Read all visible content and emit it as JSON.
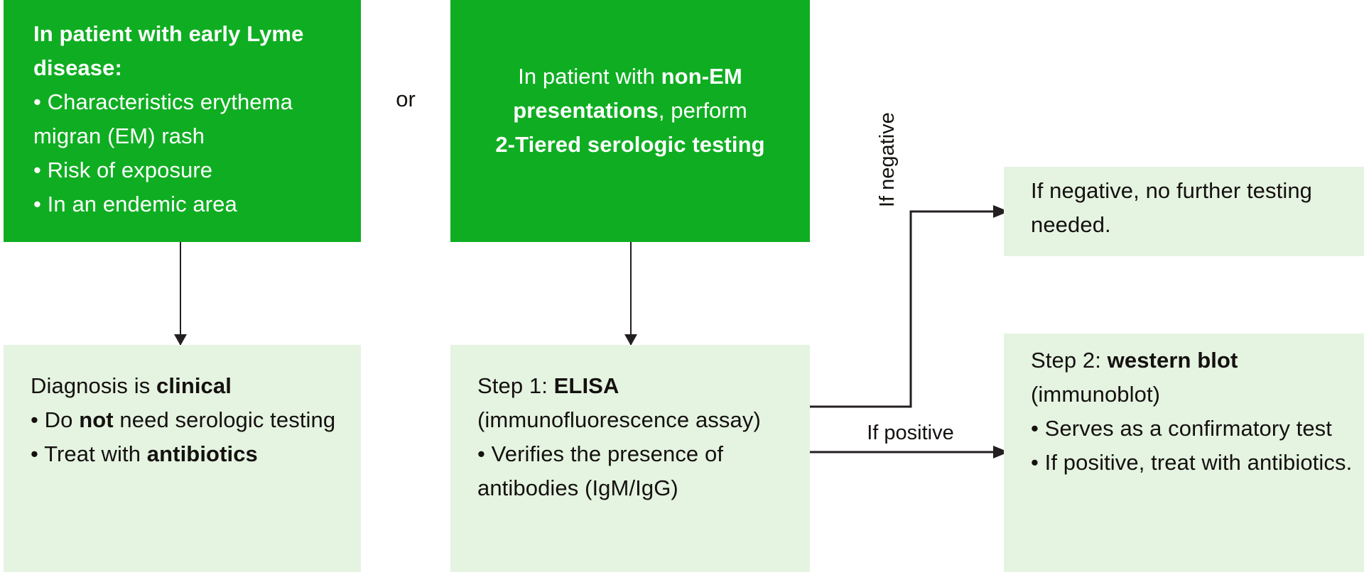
{
  "diagram": {
    "title": "Lyme disease diagnostic testing flowchart",
    "colors": {
      "green": "#0FAE22",
      "light_green": "#E5F3E1",
      "text_dark": "#14110F",
      "text_light": "#FFFFFF",
      "connector": "#231F20"
    },
    "boxes": {
      "early_lyme": {
        "heading": "In patient with early Lyme disease:",
        "bullets": [
          "Characteristics erythema migran (EM) rash",
          "Risk of exposure",
          "In an endemic area"
        ]
      },
      "non_em": {
        "line1_plain": "In patient with ",
        "line1_bold": "non-EM",
        "line2_bold": "presentations",
        "line2_plain": ", perform",
        "line3_bold": "2-Tiered serologic testing"
      },
      "diagnosis": {
        "heading_plain": "Diagnosis is ",
        "heading_bold": "clinical",
        "bullet1_pre": "Do ",
        "bullet1_bold": "not",
        "bullet1_post": " need serologic testing",
        "bullet2_pre": "Treat with ",
        "bullet2_bold": "antibiotics"
      },
      "step1": {
        "heading_plain": "Step 1: ",
        "heading_bold": "ELISA",
        "subtitle": "(immunofluorescence assay)",
        "bullet1": "Verifies the presence of antibodies (IgM/IgG)"
      },
      "negative_result": {
        "text": "If negative, no further testing needed."
      },
      "step2": {
        "heading_plain": "Step 2: ",
        "heading_bold": "western blot",
        "subtitle": "(immunoblot)",
        "bullet1": "Serves as a confirmatory test",
        "bullet2": "If positive, treat with antibiotics."
      }
    },
    "connectors": {
      "or_label": "or",
      "if_negative_label": "If negative",
      "if_positive_label": "If positive"
    },
    "bullet_glyph": "•"
  }
}
